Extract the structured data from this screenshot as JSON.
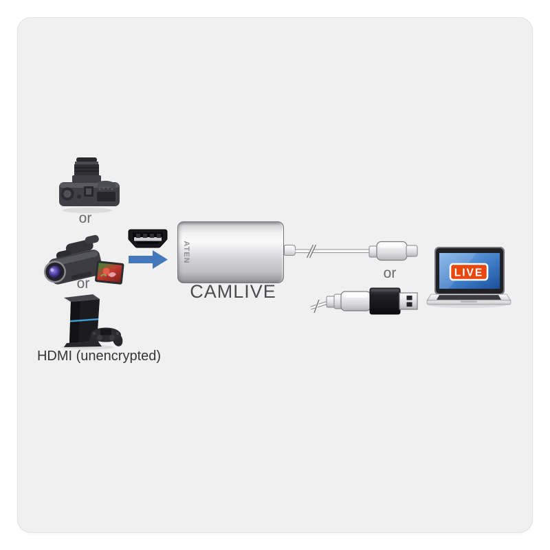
{
  "canvas": {
    "page_bg": "#ffffff",
    "card_bg": "#f0f0f1"
  },
  "sources": {
    "camera_icon": "dslr-camera-icon",
    "or_after_camera": "or",
    "camcorder_icon": "camcorder-icon",
    "or_after_camcorder": "or",
    "console_icon": "game-console-icon",
    "label": "HDMI (unencrypted)"
  },
  "connection": {
    "hdmi_icon": "hdmi-connector-icon",
    "arrow_icon": "right-arrow-icon",
    "arrow_color": "#4478BC"
  },
  "device": {
    "brand": "ATEN",
    "name": "CAMLIVE"
  },
  "cables": {
    "usb_c_icon": "usb-c-cable-icon",
    "or_between_cables": "or",
    "usb_adapter_icon": "usb-c-to-usb-a-adapter-icon"
  },
  "output": {
    "laptop_icon": "laptop-icon",
    "screen_badge": "LIVE",
    "badge_color": "#E8470F"
  }
}
